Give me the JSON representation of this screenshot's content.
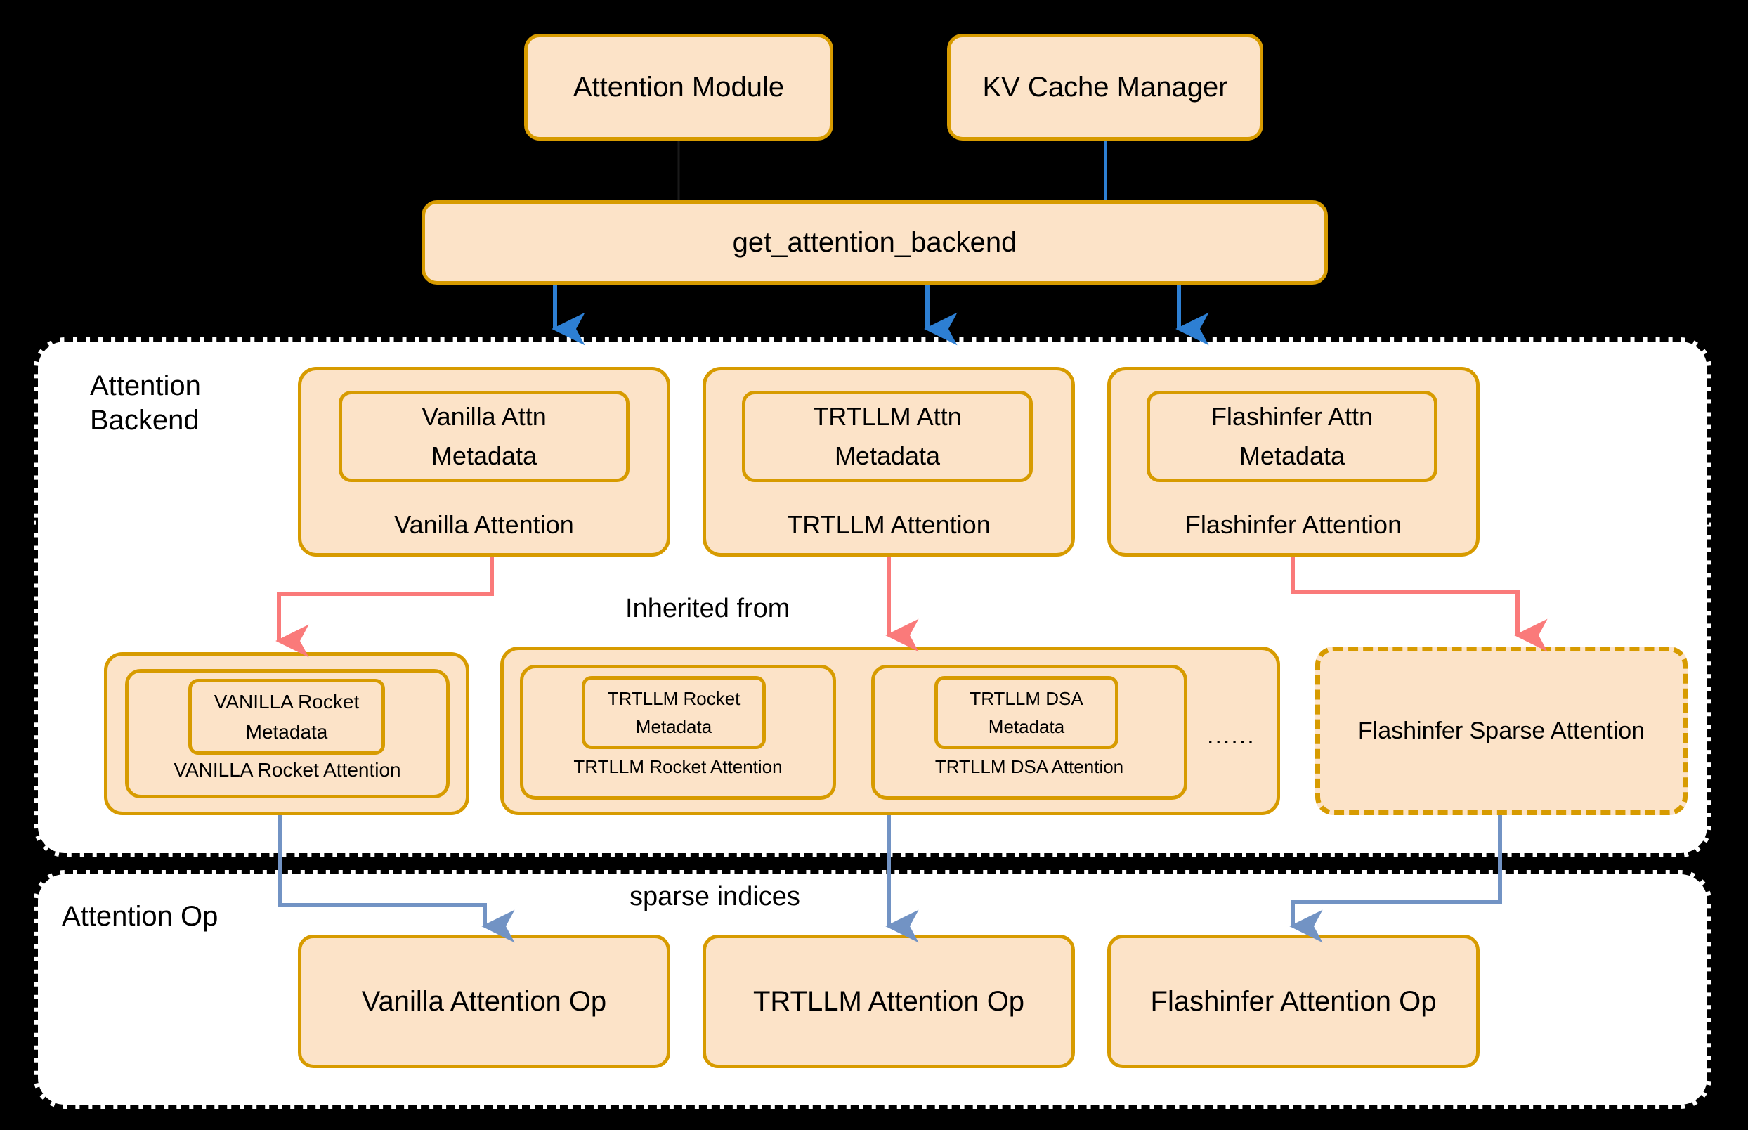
{
  "diagram": {
    "title_nodes": {
      "attention_module": "Attention Module",
      "kv_cache_manager": "KV Cache Manager",
      "dispatcher": "get_attention_backend"
    },
    "groups": [
      {
        "id": "attention-backend",
        "label": "Attention\nBackend"
      },
      {
        "id": "attention-op",
        "label": "Attention Op"
      }
    ],
    "backends": [
      {
        "metadata": "Vanilla Attn\nMetadata",
        "metadata_line1": "Vanilla Attn",
        "metadata_line2": "Metadata",
        "caption": "Vanilla Attention"
      },
      {
        "metadata": "TRTLLM Attn\nMetadata",
        "metadata_line1": "TRTLLM Attn",
        "metadata_line2": "Metadata",
        "caption": "TRTLLM Attention"
      },
      {
        "metadata": "Flashinfer Attn\nMetadata",
        "metadata_line1": "Flashinfer Attn",
        "metadata_line2": "Metadata",
        "caption": "Flashinfer Attention"
      }
    ],
    "sparse_backends": {
      "vanilla_rocket": {
        "metadata_line1": "VANILLA Rocket",
        "metadata_line2": "Metadata",
        "caption": "VANILLA Rocket Attention"
      },
      "trtllm_rocket": {
        "metadata_line1": "TRTLLM Rocket",
        "metadata_line2": "Metadata",
        "caption": "TRTLLM Rocket Attention"
      },
      "trtllm_dsa": {
        "metadata_line1": "TRTLLM DSA",
        "metadata_line2": "Metadata",
        "caption": "TRTLLM DSA Attention"
      },
      "ellipsis": "......",
      "flashinfer_sparse": "Flashinfer Sparse Attention"
    },
    "ops": [
      "Vanilla Attention Op",
      "TRTLLM Attention Op",
      "Flashinfer Attention Op"
    ],
    "edge_labels": {
      "inherited_from": "Inherited from",
      "sparse_indices": "sparse indices"
    },
    "colors": {
      "node_fill": "#FCE3C8",
      "node_border": "#D79B00",
      "group_fill": "#FFFFFF",
      "group_border": "#000000",
      "background": "#000000",
      "arrow_blue": "#2D7FD3",
      "arrow_red": "#FA7A7A",
      "arrow_steel": "#7293C4"
    }
  }
}
